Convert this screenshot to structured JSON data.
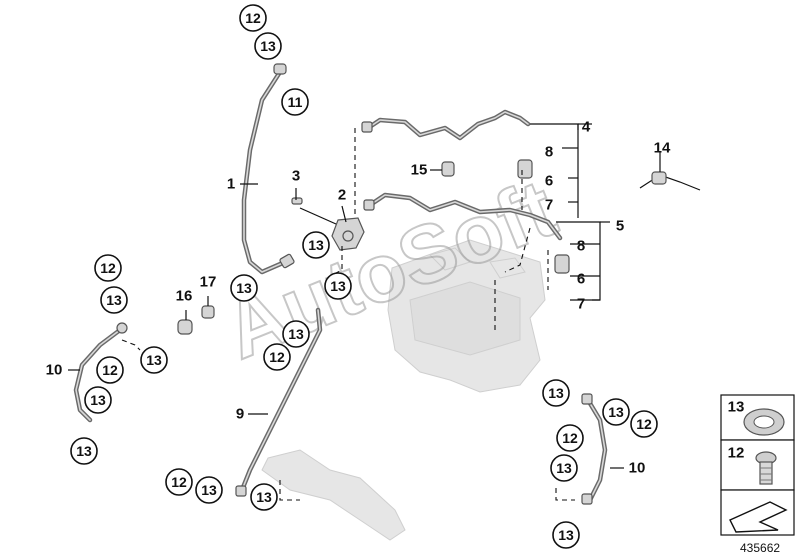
{
  "callouts": {
    "c12_top": "12",
    "c13_top": "13",
    "c11": "11",
    "c13_mid": "13",
    "c13_16": "13",
    "c13_center": "13",
    "c13_center2": "13",
    "c12_center": "12",
    "c12_left": "12",
    "c13_left": "13",
    "c13_left2": "13",
    "c12_left2": "12",
    "c13_left3": "13",
    "c13_left4": "13",
    "c13_right": "13",
    "c12_right": "12",
    "c12_right2": "12",
    "c13_right2": "13",
    "c13_right3": "13",
    "c12_bottom": "12",
    "c13_bottom": "13",
    "c13_bottom2": "13"
  },
  "labels": {
    "l1": "1",
    "l2": "2",
    "l3": "3",
    "l4": "4",
    "l5": "5",
    "l6a": "6",
    "l6b": "6",
    "l7a": "7",
    "l7b": "7",
    "l8a": "8",
    "l8b": "8",
    "l9": "9",
    "l10a": "10",
    "l10b": "10",
    "l14": "14",
    "l15": "15",
    "l16": "16",
    "l17": "17"
  },
  "legend": {
    "item_13": "13",
    "item_12": "12"
  },
  "watermark": "AutoSoft",
  "ref_number": "435662"
}
